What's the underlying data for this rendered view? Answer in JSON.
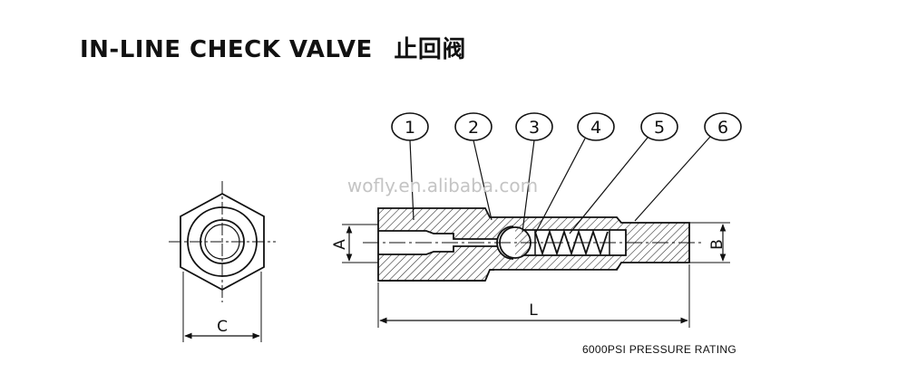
{
  "title": "IN-LINE CHECK VALVE",
  "title_cn": "止回阀",
  "watermark": "wofly.en.alibaba.com",
  "pressure_rating": "6000PSI PRESSURE RATING",
  "balloons": [
    "1",
    "2",
    "3",
    "4",
    "5",
    "6"
  ],
  "dimensions": {
    "a": "A",
    "b": "B",
    "c": "C",
    "l": "L"
  }
}
